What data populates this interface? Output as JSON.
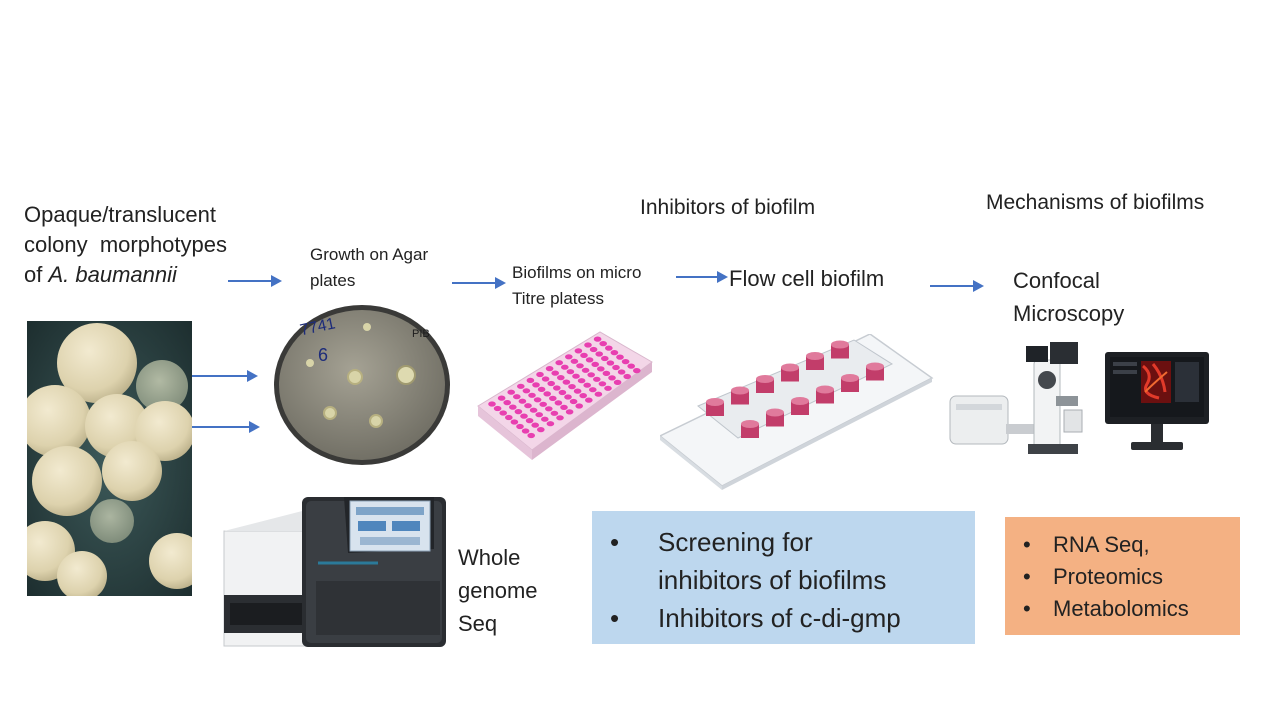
{
  "colony": {
    "line1": "Opaque/translucent",
    "line2": "colony  morphotypes",
    "line3_prefix": "of ",
    "line3_italic": "A. baumannii"
  },
  "agar": {
    "line1": "Growth on Agar",
    "line2": "plates",
    "plate_marking": "7741",
    "plate_marking2": "6",
    "plate_marking3": "PIB"
  },
  "microtitre": {
    "line1": "Biofilms on micro",
    "line2": "Titre platess"
  },
  "headers": {
    "inhibitors": "Inhibitors of biofilm",
    "mechanisms": "Mechanisms of biofilms"
  },
  "flowcell": {
    "label": "Flow cell biofilm"
  },
  "confocal": {
    "line1": "Confocal",
    "line2": "Microscopy"
  },
  "sequencer": {
    "line1": "Whole",
    "line2": "genome",
    "line3": "Seq"
  },
  "screening_box": {
    "items": [
      "Screening for",
      "inhibitors of biofilms",
      "Inhibitors of c-di-gmp"
    ],
    "bullet": "•"
  },
  "omics_box": {
    "items": [
      "RNA Seq,",
      "Proteomics",
      "Metabolomics"
    ],
    "bullet": "•"
  },
  "colors": {
    "arrow": "#4472c4",
    "screening_bg": "#bdd7ee",
    "omics_bg": "#f4b183",
    "well_pink": "#e83fb0"
  }
}
